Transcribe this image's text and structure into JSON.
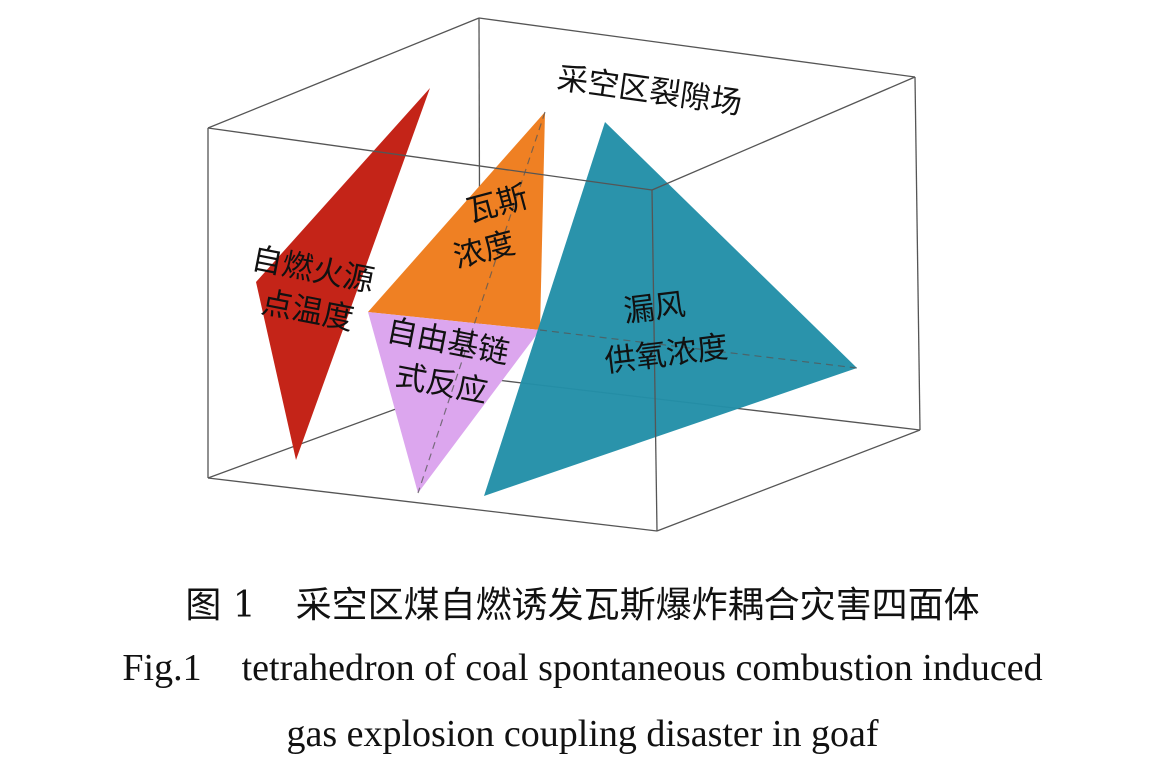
{
  "diagram": {
    "labels": {
      "fracture_field": "采空区裂隙场",
      "gas_concentration_line1": "瓦斯",
      "gas_concentration_line2": "浓度",
      "ignition_temp_line1": "自燃火源",
      "ignition_temp_line2": "点温度",
      "free_radical_line1": "自由基链",
      "free_radical_line2": "式反应",
      "air_leak_line1": "漏风",
      "air_leak_line2": "供氧浓度"
    },
    "colors": {
      "red_face": "#c42418",
      "orange_face": "#ef8023",
      "purple_face": "#dca6ee",
      "teal_face": "#238fa8",
      "box_edge": "#555555"
    }
  },
  "caption": {
    "cn_number": "图 1",
    "cn_title": "采空区煤自燃诱发瓦斯爆炸耦合灾害四面体",
    "en_number": "Fig.1",
    "en_title_line1": "tetrahedron of coal spontaneous combustion induced",
    "en_title_line2": "gas explosion coupling disaster in goaf"
  }
}
